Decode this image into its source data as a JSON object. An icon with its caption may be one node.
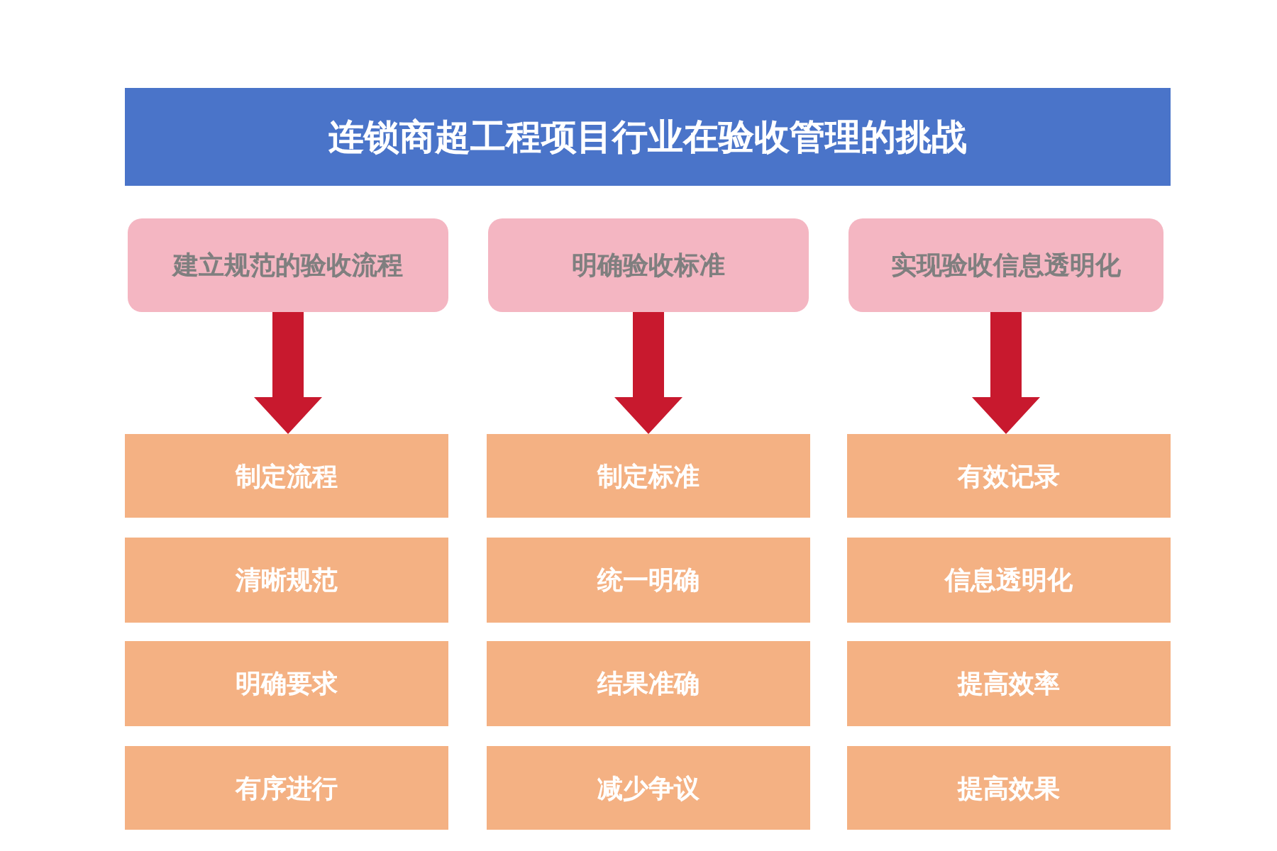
{
  "diagram": {
    "nodes": [
      {
        "text": [
          "连锁商超工程项目行业在验收管理的挑战"
        ]
      },
      {
        "text": [
          "建立规范的验收流程"
        ]
      },
      {
        "text": [
          "明确验收标准"
        ]
      },
      {
        "text": [
          "实现验收信息透明化"
        ]
      },
      {
        "text": [
          "制定流程"
        ]
      },
      {
        "text": [
          "清晰规范"
        ]
      },
      {
        "text": [
          "明确要求"
        ]
      },
      {
        "text": [
          "有序进行"
        ]
      },
      {
        "text": [
          "制定标准"
        ]
      },
      {
        "text": [
          "统一明确"
        ]
      },
      {
        "text": [
          "结果准确"
        ]
      },
      {
        "text": [
          "减少争议"
        ]
      },
      {
        "text": [
          "有效记录"
        ]
      },
      {
        "text": [
          "信息透明化"
        ]
      },
      {
        "text": [
          "提高效率"
        ]
      },
      {
        "text": [
          "提高效果"
        ]
      }
    ],
    "edges": [
      {
        "from": 1,
        "to": 4,
        "arrow": "to"
      },
      {
        "from": 2,
        "to": 8,
        "arrow": "to"
      },
      {
        "from": 3,
        "to": 12,
        "arrow": "to"
      }
    ]
  }
}
